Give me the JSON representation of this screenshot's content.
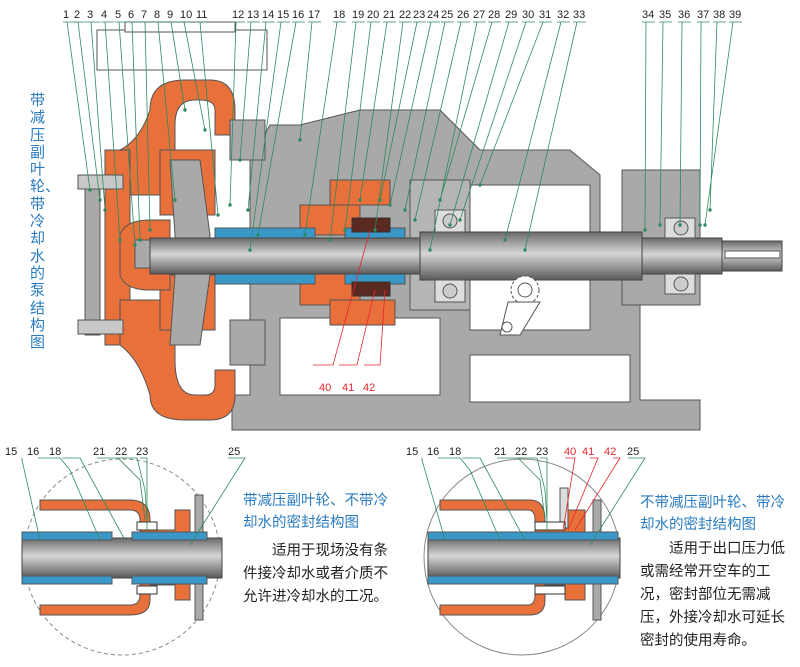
{
  "main_diagram": {
    "title": "带减压副叶轮、带冷却水的泵结构图",
    "part_labels_top": [
      "1",
      "2",
      "3",
      "4",
      "5",
      "6",
      "7",
      "8",
      "9",
      "10",
      "11",
      "12",
      "13",
      "14",
      "15",
      "16",
      "17",
      "18",
      "19",
      "20",
      "21",
      "22",
      "23",
      "24",
      "25",
      "26",
      "27",
      "28",
      "29",
      "30",
      "31",
      "32",
      "33",
      "34",
      "35",
      "36",
      "37",
      "38",
      "39"
    ],
    "part_labels_red": [
      "40",
      "41",
      "42"
    ]
  },
  "detail_left": {
    "part_labels": [
      "15",
      "16",
      "18",
      "21",
      "22",
      "23",
      "25"
    ],
    "title": "带减压副叶轮、不带冷却水的密封结构图",
    "description": "适用于现场没有条件接冷却水或者介质不允许进冷却水的工况。"
  },
  "detail_right": {
    "part_labels": [
      "15",
      "16",
      "18",
      "21",
      "22",
      "23",
      "25"
    ],
    "part_labels_red": [
      "40",
      "41",
      "42"
    ],
    "title": "不带减压副叶轮、带冷却水的密封结构图",
    "description": "适用于出口压力低或需经常开空车的工况，密封部位无需减压，外接冷却水可延长密封的使用寿命。"
  },
  "colors": {
    "casing_orange": "#e8703a",
    "frame_gray": "#a9a9a9",
    "sleeve_blue": "#3a98c9",
    "leader_green": "#2e8a5f",
    "leader_red": "#e8262b",
    "caption_blue": "#2a7cc0"
  }
}
